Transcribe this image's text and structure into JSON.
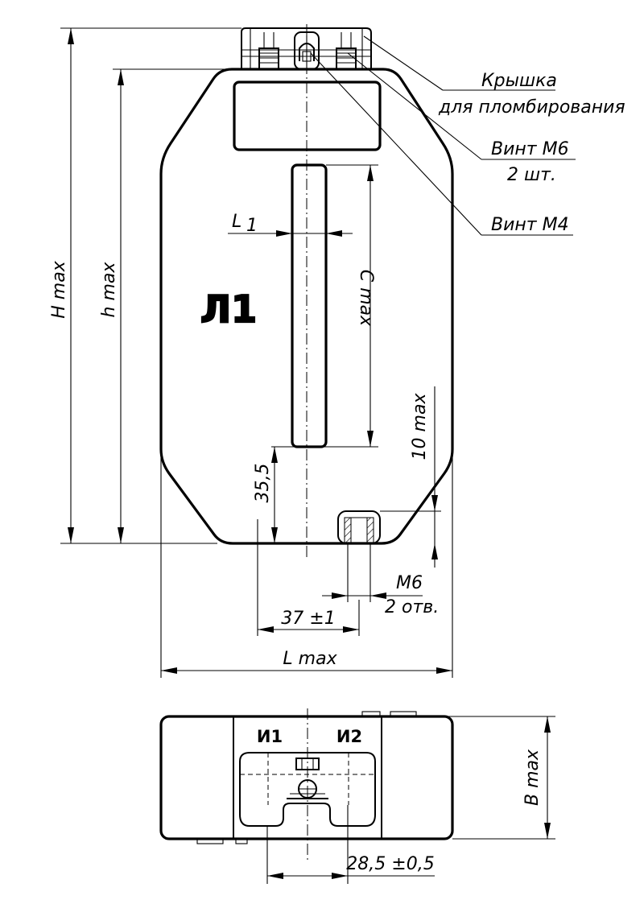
{
  "labels": {
    "cover_line1": "Крышка",
    "cover_line2": "для пломбирования",
    "screw_m6_line1": "Винт М6",
    "screw_m6_line2": "2 шт.",
    "screw_m4": "Винт М4",
    "marking": "Л1",
    "terminal_i1": "И1",
    "terminal_i2": "И2"
  },
  "dimensions": {
    "H": "H max",
    "h": "h max",
    "L1_main": "L",
    "L1_sub": "1",
    "C": "C max",
    "ten": "10 max",
    "thirty_five": "35,5",
    "m6_line1": "М6",
    "m6_line2": "2 отв.",
    "thirty_seven": "37 ±1",
    "L": "L max",
    "B": "B max",
    "twenty_eight": "28,5 ±0,5"
  },
  "colors": {
    "line": "#000000",
    "background": "#ffffff"
  }
}
